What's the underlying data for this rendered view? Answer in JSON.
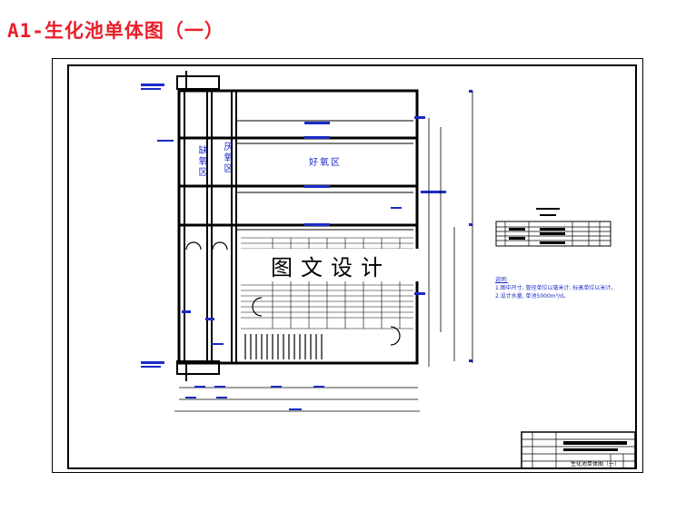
{
  "header": {
    "title": "A1-生化池单体图（一）"
  },
  "plan": {
    "zone_anaerobic": "厌氧区",
    "zone_anoxic": "缺氧区",
    "zone_aerobic": "好氧区"
  },
  "watermark": "图文设计",
  "notes": {
    "heading": "说明:",
    "line1": "1.图中尺寸, 管径单位以毫米计, 标高单位以米计。",
    "line2": "2.设计水量, 单池5000m³/d。"
  },
  "title_block": {
    "drawing_name": "生化池单体图（一）"
  },
  "colors": {
    "title": "#e8202a",
    "annotation": "#1a2bc8",
    "line": "#000000"
  }
}
